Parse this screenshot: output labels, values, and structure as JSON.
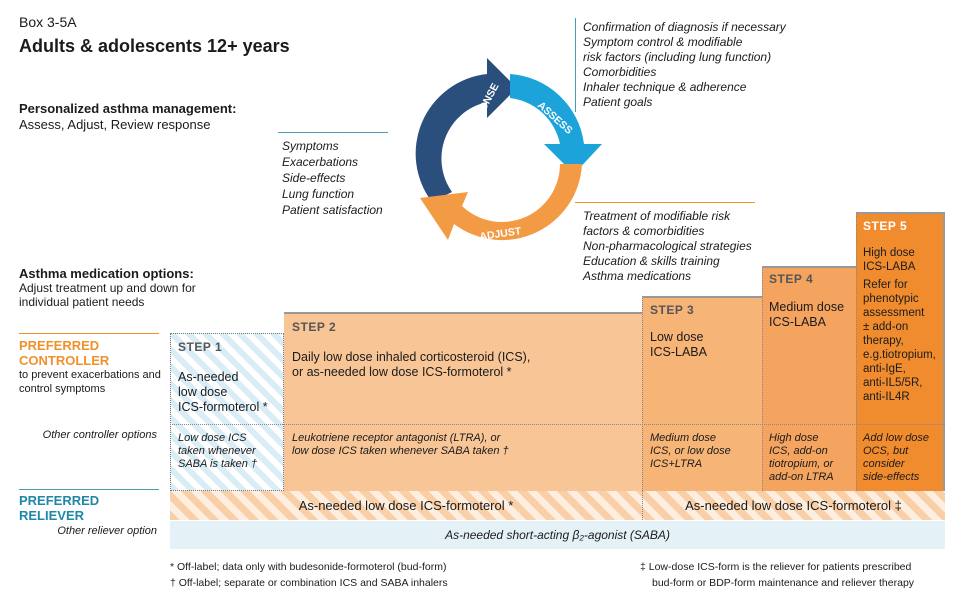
{
  "box_label": "Box 3-5A",
  "title": "Adults & adolescents 12+ years",
  "personalized": {
    "title": "Personalized asthma management:",
    "subtitle": "Assess, Adjust, Review response"
  },
  "cycle": {
    "assess_label": "ASSESS",
    "adjust_label": "ADJUST",
    "review_label": "REVIEW REPONSE",
    "assess_items": [
      "Confirmation of diagnosis if necessary",
      "Symptom control & modifiable",
      "risk factors (including lung function)",
      "Comorbidities",
      "Inhaler technique & adherence",
      "Patient goals"
    ],
    "review_items": [
      "Symptoms",
      "Exacerbations",
      "Side-effects",
      "Lung function",
      "Patient satisfaction"
    ],
    "adjust_items": [
      "Treatment of modifiable risk",
      "factors & comorbidities",
      "Non-pharmacological strategies",
      "Education & skills training",
      "Asthma medications"
    ]
  },
  "medication_options": {
    "title": "Asthma medication options:",
    "subtitle": "Adjust treatment up and down for individual patient needs"
  },
  "labels": {
    "preferred_controller": "PREFERRED CONTROLLER",
    "controller_sub": "to prevent exacerbations and control symptoms",
    "other_controller": "Other controller options",
    "preferred_reliever": "PREFERRED RELIEVER",
    "other_reliever": "Other reliever option"
  },
  "steps": {
    "step1": {
      "head": "STEP 1",
      "text": [
        "As-needed",
        "low dose",
        "ICS-formoterol *"
      ],
      "other": [
        "Low dose ICS",
        "taken whenever",
        "SABA is taken †"
      ]
    },
    "step2": {
      "head": "STEP 2",
      "text": [
        "Daily low dose inhaled corticosteroid (ICS),",
        "or as-needed low dose ICS-formoterol *"
      ],
      "other": [
        "Leukotriene receptor antagonist (LTRA), or",
        "low dose ICS taken whenever SABA taken †"
      ]
    },
    "step3": {
      "head": "STEP 3",
      "text": [
        "Low dose",
        "ICS-LABA"
      ],
      "other": [
        "Medium dose",
        "ICS, or low dose",
        "ICS+LTRA"
      ]
    },
    "step4": {
      "head": "STEP 4",
      "text": [
        "Medium dose",
        "ICS-LABA"
      ],
      "other": [
        "High dose",
        "ICS, add-on",
        "tiotropium, or",
        "add-on LTRA"
      ]
    },
    "step5": {
      "head": "STEP 5",
      "text": [
        "High dose",
        "ICS-LABA",
        "Refer for",
        "phenotypic",
        "assessment",
        "± add-on",
        "therapy,",
        "e.g.tiotropium,",
        "anti-IgE,",
        "anti-IL5/5R,",
        "anti-IL4R"
      ],
      "other": [
        "Add low dose",
        "OCS, but",
        "consider",
        "side-effects"
      ]
    }
  },
  "reliever": {
    "left": "As-needed low dose ICS-formoterol *",
    "right": "As-needed low dose ICS-formoterol ‡",
    "other": "As-needed short-acting β₂-agonist (SABA)"
  },
  "footnotes": {
    "star": "*  Off-label; data only with budesonide-formoterol (bud-form)",
    "dagger": "†  Off-label; separate or combination ICS and SABA inhalers",
    "ddagger_1": "‡  Low-dose ICS-form is the reliever for patients prescribed",
    "ddagger_2": "bud-form or BDP-form maintenance and reliever therapy"
  },
  "colors": {
    "orange_dark": "#f08c2e",
    "orange_mid": "#f5a55e",
    "orange_light": "#f8c596",
    "blue_light": "#e4f2f8",
    "blue_dark": "#244d7a",
    "cyan": "#1ba3da"
  }
}
